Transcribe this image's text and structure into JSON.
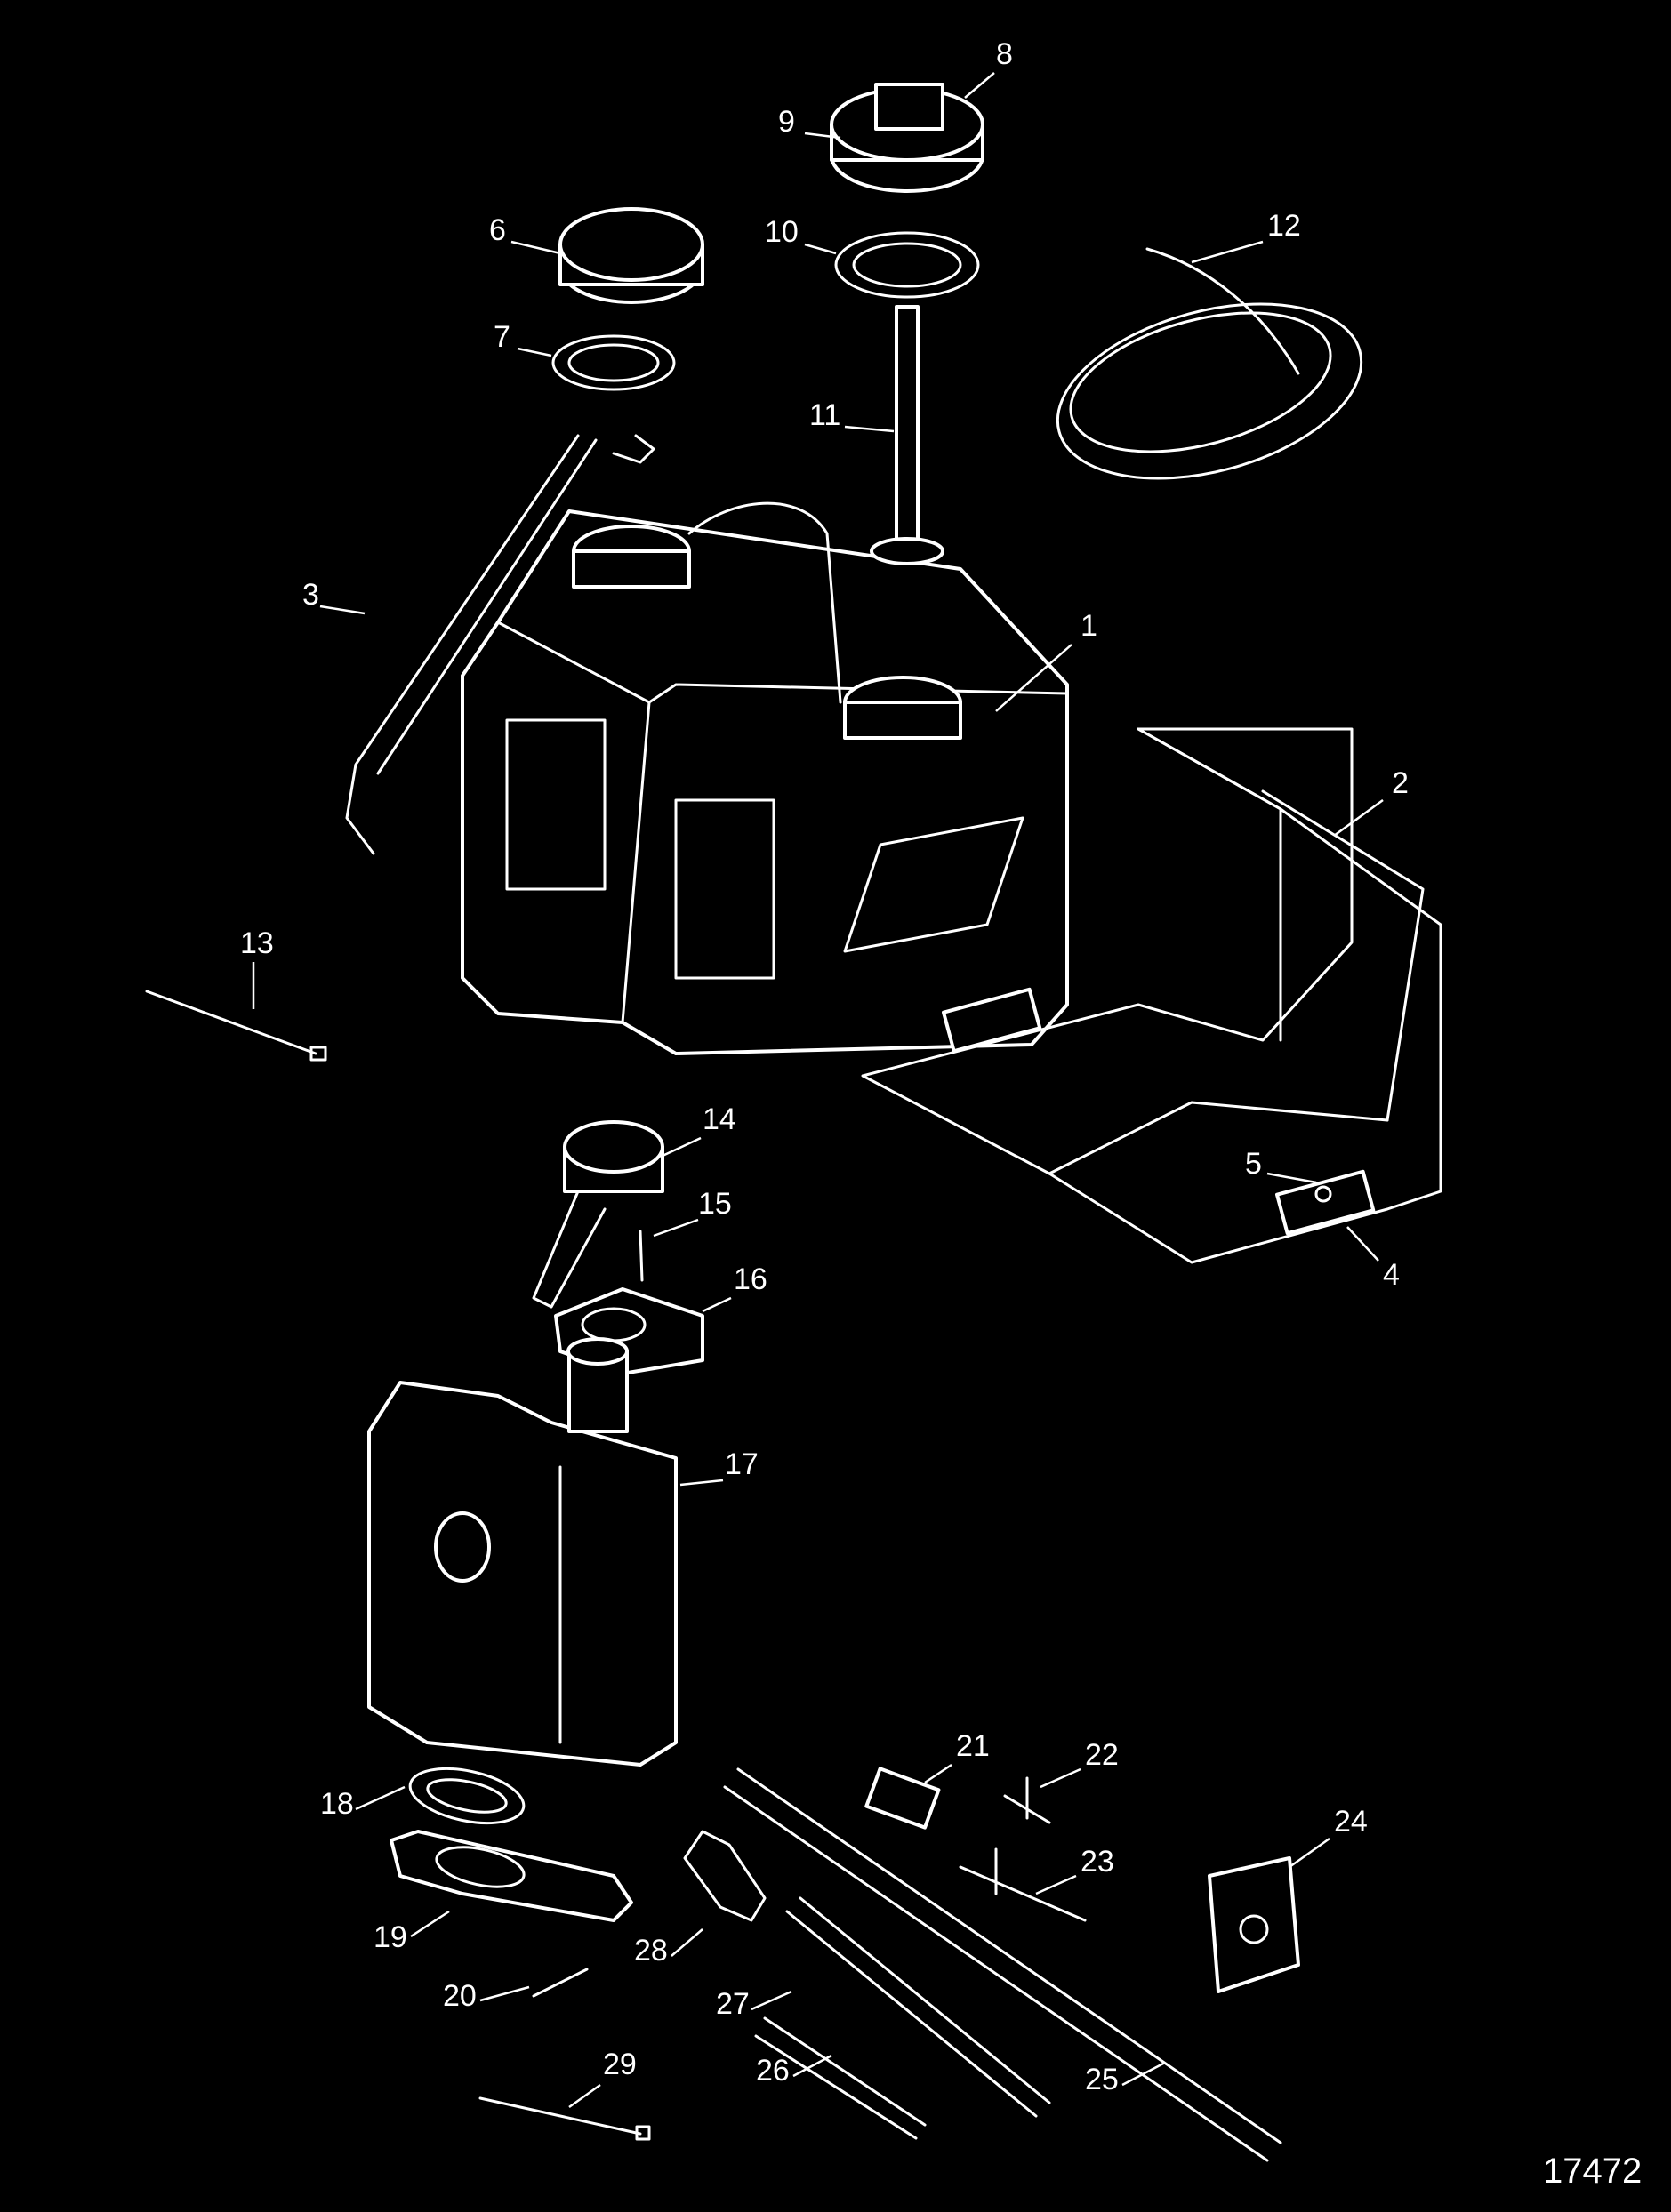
{
  "diagram": {
    "figure_number": "17472",
    "callouts": [
      "1",
      "2",
      "3",
      "4",
      "5",
      "6",
      "7",
      "8",
      "9",
      "10",
      "11",
      "12",
      "13",
      "14",
      "15",
      "16",
      "17",
      "18",
      "19",
      "20",
      "21",
      "22",
      "23",
      "24",
      "25",
      "26",
      "27",
      "28",
      "29"
    ]
  },
  "colors": {
    "background": "#000000",
    "line": "#ffffff"
  }
}
